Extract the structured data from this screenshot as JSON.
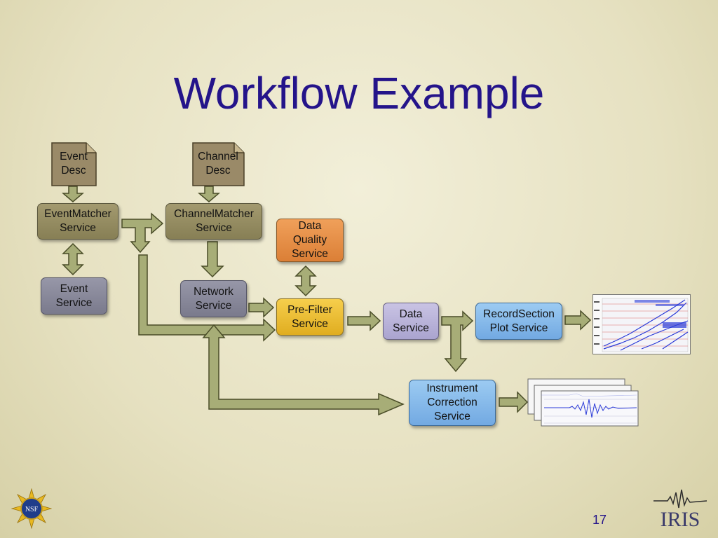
{
  "slide": {
    "title": "Workflow Example",
    "page_number": "17"
  },
  "nodes": {
    "event_desc": "Event\nDesc",
    "channel_desc": "Channel\nDesc",
    "event_matcher": "EventMatcher\nService",
    "channel_matcher": "ChannelMatcher\nService",
    "data_quality": "Data\nQuality\nService",
    "event_service": "Event\nService",
    "network_service": "Network\nService",
    "pre_filter": "Pre-Filter\nService",
    "data_service": "Data\nService",
    "record_section": "RecordSection\nPlot Service",
    "instrument_correction": "Instrument\nCorrection\nService"
  },
  "logos": {
    "left": "NSF",
    "right": "IRIS"
  },
  "colors": {
    "title": "#24148a",
    "arrow_fill": "#a7ad77",
    "arrow_stroke": "#4a4d28"
  }
}
